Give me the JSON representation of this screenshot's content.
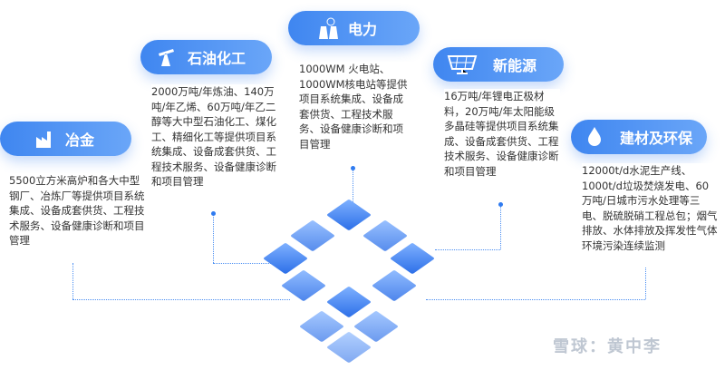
{
  "sections": [
    {
      "title": "冶金",
      "icon": "factory-icon",
      "text": "5500立方米高炉和各大中型钢厂、冶炼厂等提供项目系统集成、设备成套供货、工程技术服务、设备健康诊断和项目管理"
    },
    {
      "title": "石油化工",
      "icon": "oil-pump-icon",
      "text": "2000万吨/年炼油、140万吨/年乙烯、60万吨/年乙二醇等大中型石油化工、煤化工、精细化工等提供项目系统集成、设备成套供货、工程技术服务、设备健康诊断和项目管理"
    },
    {
      "title": "电力",
      "icon": "cooling-tower-icon",
      "text": "1000WM 火电站、1000WM核电站等提供项目系统集成、设备成套供货、工程技术服务、设备健康诊断和项目管理"
    },
    {
      "title": "新能源",
      "icon": "solar-panel-icon",
      "text": "16万吨/年锂电正极材料，20万吨/年太阳能级多晶硅等提供项目系统集成、设备成套供货、工程技术服务、设备健康诊断和项目管理"
    },
    {
      "title": "建材及环保",
      "icon": "water-drop-icon",
      "text": "12000t/d水泥生产线、1000t/d垃圾焚烧发电、60万吨/日城市污水处理等三电、脱硫脱硝工程总包；烟气排放、水体排放及挥发性气体环境污染连续监测"
    }
  ],
  "watermark": "雪球：黄中李",
  "colors": {
    "accent": "#3f86f0",
    "text": "#333333"
  }
}
